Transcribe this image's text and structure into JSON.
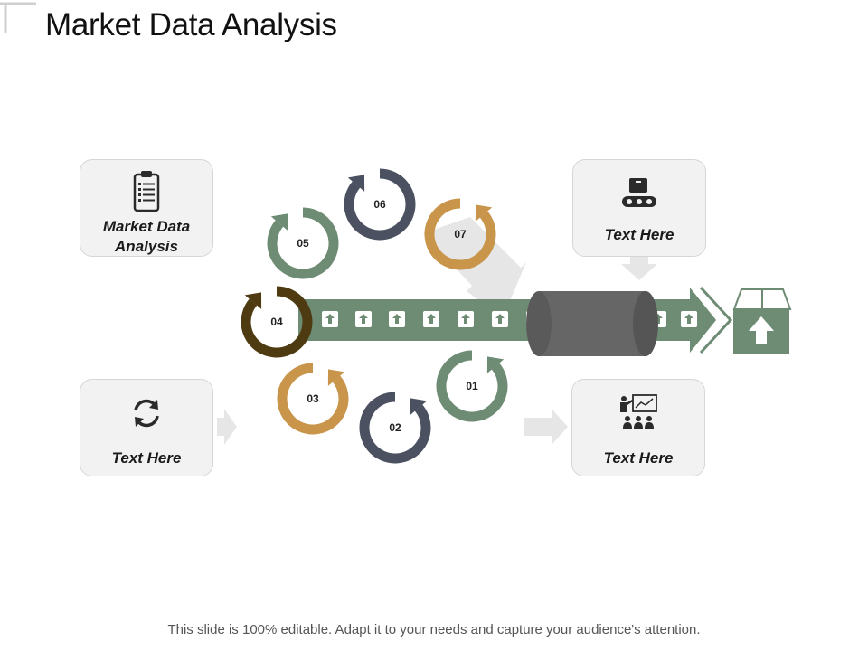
{
  "title": "Market Data Analysis",
  "cards": {
    "top_left": {
      "label": "Market Data Analysis",
      "icon": "clipboard-list-icon"
    },
    "top_right": {
      "label": "Text Here",
      "icon": "conveyor-box-icon"
    },
    "bottom_left": {
      "label": "Text Here",
      "icon": "refresh-icon"
    },
    "bottom_right": {
      "label": "Text Here",
      "icon": "presentation-audience-icon"
    }
  },
  "cycle_steps": [
    {
      "label": "01",
      "color": "#6e8b74"
    },
    {
      "label": "02",
      "color": "#4b5161"
    },
    {
      "label": "03",
      "color": "#c8954a"
    },
    {
      "label": "04",
      "color": "#4e3b12"
    },
    {
      "label": "05",
      "color": "#6e8b74"
    },
    {
      "label": "06",
      "color": "#4b5161"
    },
    {
      "label": "07",
      "color": "#c8954a"
    }
  ],
  "colors": {
    "belt": "#6e8b74",
    "cylinder": "#666666",
    "cylinder_dark": "#555555",
    "card_bg": "#f2f2f2",
    "faint_arrow": "#e6e6e6"
  },
  "footer": "This slide is 100% editable. Adapt it to your needs and capture your audience's attention."
}
